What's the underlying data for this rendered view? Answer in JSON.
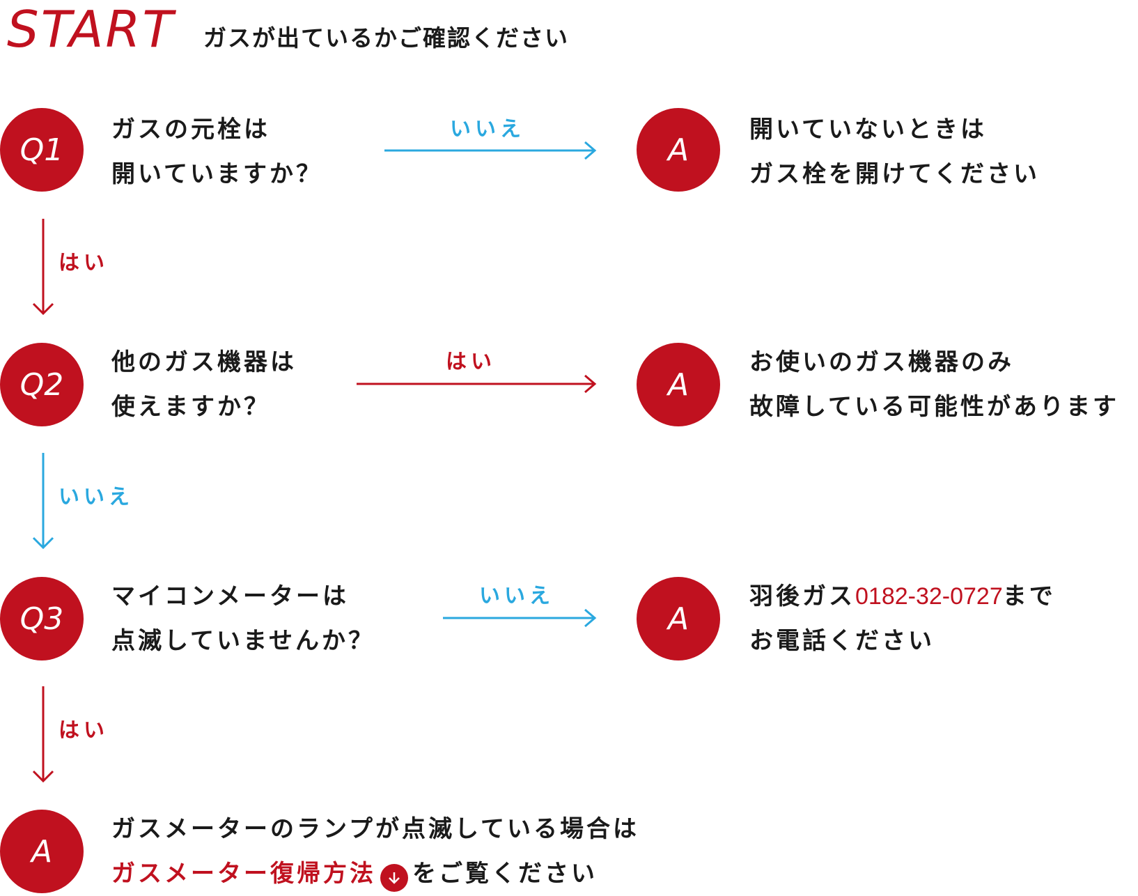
{
  "start": {
    "title": "START",
    "subtitle": "ガスが出ているかご確認ください"
  },
  "q1": {
    "badge": "Q1",
    "line1": "ガスの元栓は",
    "line2": "開いていますか？",
    "right_label": "いいえ",
    "down_label": "はい"
  },
  "a1": {
    "badge": "A",
    "line1": "開いていないときは",
    "line2": "ガス栓を開けてください"
  },
  "q2": {
    "badge": "Q2",
    "line1": "他のガス機器は",
    "line2": "使えますか？",
    "right_label": "はい",
    "down_label": "いいえ"
  },
  "a2": {
    "badge": "A",
    "line1": "お使いのガス機器のみ",
    "line2": "故障している可能性があります"
  },
  "q3": {
    "badge": "Q3",
    "line1": "マイコンメーターは",
    "line2": "点滅していませんか？",
    "right_label": "いいえ",
    "down_label": "はい"
  },
  "a3": {
    "badge": "A",
    "line1_prefix": "羽後ガス",
    "phone": "0182-32-0727",
    "line1_suffix": "まで",
    "line2": "お電話ください"
  },
  "a4": {
    "badge": "A",
    "line1": "ガスメーターのランプが点滅している場合は",
    "link_text": "ガスメーター復帰方法",
    "line2_suffix": "をご覧ください"
  },
  "colors": {
    "red": "#c0111f",
    "blue": "#2aa8df",
    "text": "#1a1a1a"
  },
  "icons": {
    "link_icon": "arrow-down-circle-icon"
  }
}
